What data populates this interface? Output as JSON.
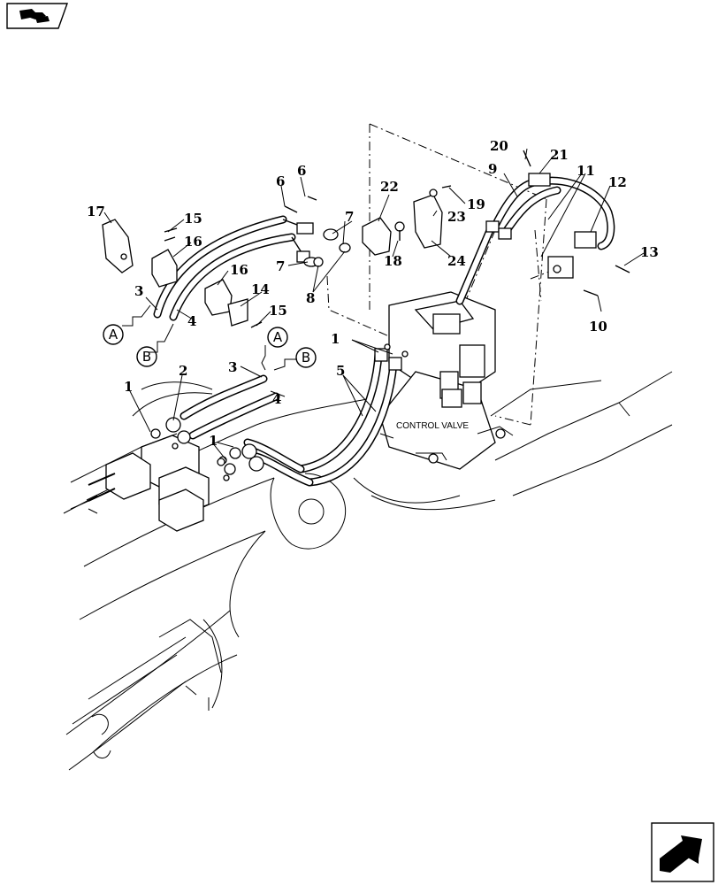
{
  "diagram": {
    "callouts": [
      {
        "id": "c1a",
        "text": "1"
      },
      {
        "id": "c1b",
        "text": "1"
      },
      {
        "id": "c1c",
        "text": "1"
      },
      {
        "id": "c2",
        "text": "2"
      },
      {
        "id": "c3a",
        "text": "3"
      },
      {
        "id": "c3b",
        "text": "3"
      },
      {
        "id": "c4a",
        "text": "4"
      },
      {
        "id": "c4b",
        "text": "4"
      },
      {
        "id": "c5",
        "text": "5"
      },
      {
        "id": "c6a",
        "text": "6"
      },
      {
        "id": "c6b",
        "text": "6"
      },
      {
        "id": "c7a",
        "text": "7"
      },
      {
        "id": "c7b",
        "text": "7"
      },
      {
        "id": "c8",
        "text": "8"
      },
      {
        "id": "c9",
        "text": "9"
      },
      {
        "id": "c10",
        "text": "10"
      },
      {
        "id": "c11",
        "text": "11"
      },
      {
        "id": "c12",
        "text": "12"
      },
      {
        "id": "c13",
        "text": "13"
      },
      {
        "id": "c14",
        "text": "14"
      },
      {
        "id": "c15a",
        "text": "15"
      },
      {
        "id": "c15b",
        "text": "15"
      },
      {
        "id": "c16a",
        "text": "16"
      },
      {
        "id": "c16b",
        "text": "16"
      },
      {
        "id": "c17",
        "text": "17"
      },
      {
        "id": "c18",
        "text": "18"
      },
      {
        "id": "c19",
        "text": "19"
      },
      {
        "id": "c20",
        "text": "20"
      },
      {
        "id": "c21",
        "text": "21"
      },
      {
        "id": "c22",
        "text": "22"
      },
      {
        "id": "c23",
        "text": "23"
      },
      {
        "id": "c24",
        "text": "24"
      }
    ],
    "connectors": [
      {
        "id": "A1",
        "text": "A"
      },
      {
        "id": "B1",
        "text": "B"
      },
      {
        "id": "A2",
        "text": "A"
      },
      {
        "id": "B2",
        "text": "B"
      }
    ],
    "control_valve_label": "CONTROL VALVE",
    "icons": {
      "top_left": "exploded-view-icon",
      "bottom_right": "next-page-arrow-icon"
    }
  }
}
